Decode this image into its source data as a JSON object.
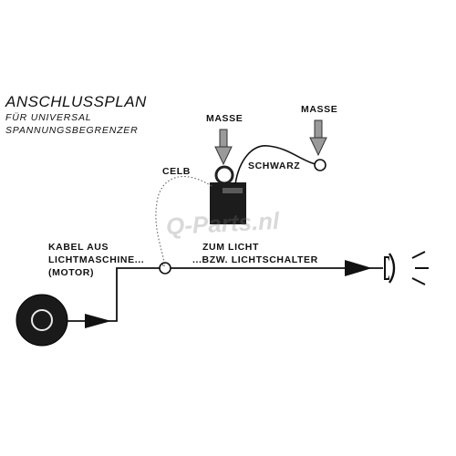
{
  "title": "ANSCHLUSSPLAN",
  "subtitle_line1": "FÜR UNIVERSAL",
  "subtitle_line2": "SPANNUNGSBEGRENZER",
  "labels": {
    "masse_1": "MASSE",
    "masse_2": "MASSE",
    "gelb": "CELB",
    "schwarz": "SCHWARZ",
    "kabel_line1": "KABEL AUS",
    "kabel_line2": "LICHTMASCHINE...",
    "kabel_line3": "(MOTOR)",
    "zum_licht_line1": "ZUM LICHT",
    "zum_licht_line2": "...BZW. LICHTSCHALTER",
    "junction": "c"
  },
  "watermark": "Q-Parts.nl",
  "colors": {
    "ink": "#111111",
    "arrow_gray": "#9a9a9a",
    "regulator_body": "#1c1c1c",
    "wire_dotted": "#6a6a6a"
  }
}
